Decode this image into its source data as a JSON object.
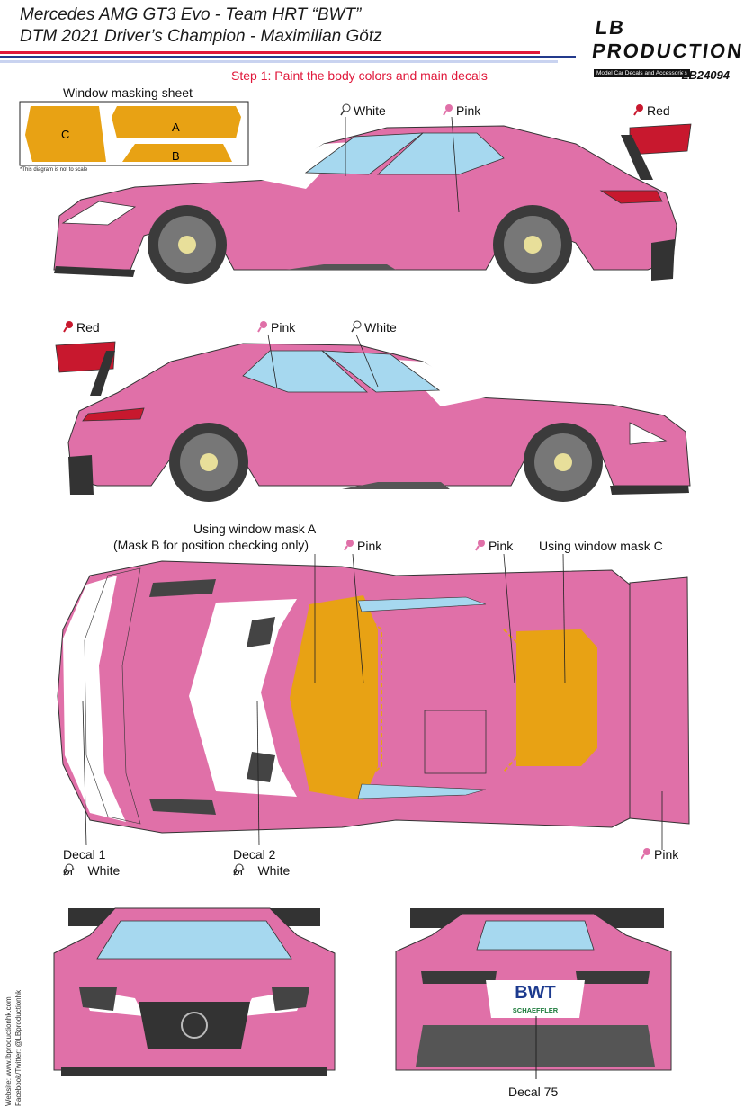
{
  "header": {
    "title_line1": "Mercedes AMG GT3 Evo - Team HRT “BWT”",
    "title_line2": "DTM 2021 Driver’s Champion - Maximilian Götz",
    "step": "Step 1: Paint the body colors and main decals",
    "product_code": "LB24094",
    "logo_text": "LB PRODUCTION",
    "logo_tagline": "Model Car Decals and Accessories"
  },
  "masking_sheet": {
    "title": "Window masking sheet",
    "note": "*This diagram is not to scale",
    "labels": [
      "A",
      "B",
      "C"
    ]
  },
  "side_right": {
    "callouts": [
      "White",
      "Pink",
      "Red"
    ]
  },
  "side_left": {
    "callouts": [
      "Red",
      "Pink",
      "White"
    ]
  },
  "top_view": {
    "mask_a_line1": "Using window mask A",
    "mask_a_line2": "(Mask B for position checking only)",
    "pink_1": "Pink",
    "pink_2": "Pink",
    "mask_c": "Using window mask C",
    "pink_3": "Pink",
    "decal1_line1": "Decal 1",
    "decal1_or": "or",
    "decal1_white": "White",
    "decal2_line1": "Decal 2",
    "decal2_or": "or",
    "decal2_white": "White"
  },
  "rear_view": {
    "sponsor_main": "BWT",
    "sponsor_sub": "SCHAEFFLER",
    "decal_label": "Decal 75"
  },
  "footer": {
    "website": "Website: www.lbproductionhk.com",
    "social": "Facebook/Twitter: @LBproductionhk"
  },
  "colors": {
    "pink": "#e070a8",
    "white": "#ffffff",
    "red": "#c8182e",
    "mask_orange": "#e8a214",
    "glass": "#a6d8ef",
    "stripe_red": "#e0173a",
    "stripe_blue": "#233a8c",
    "tyre": "#3b3b3b"
  }
}
